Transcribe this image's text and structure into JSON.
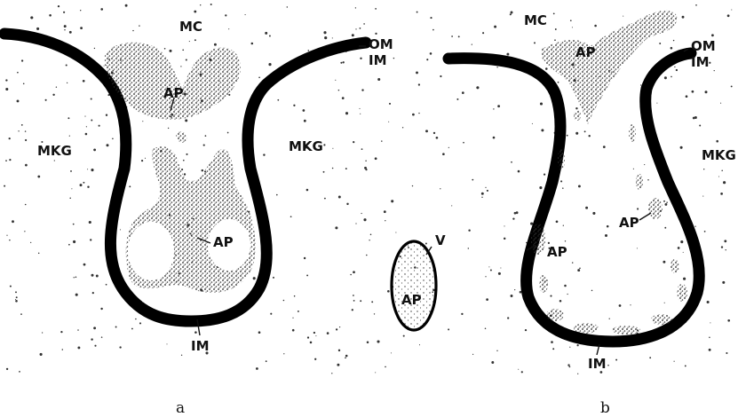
{
  "panels": [
    {
      "id": "a",
      "caption": "a",
      "labels": {
        "mc": "MC",
        "om": "OM",
        "im_top": "IM",
        "mkg_left": "MKG",
        "mkg_right": "MKG",
        "ap_top": "AP",
        "ap_mid": "AP",
        "im_bottom": "IM"
      }
    },
    {
      "id": "b",
      "caption": "b",
      "labels": {
        "mc": "MC",
        "ap_top": "AP",
        "om": "OM",
        "im_top": "IM",
        "mkg": "MKG",
        "ap_right": "AP",
        "ap_left": "AP",
        "v": "V",
        "ap_vesicle": "AP",
        "im_bottom": "IM"
      }
    }
  ]
}
